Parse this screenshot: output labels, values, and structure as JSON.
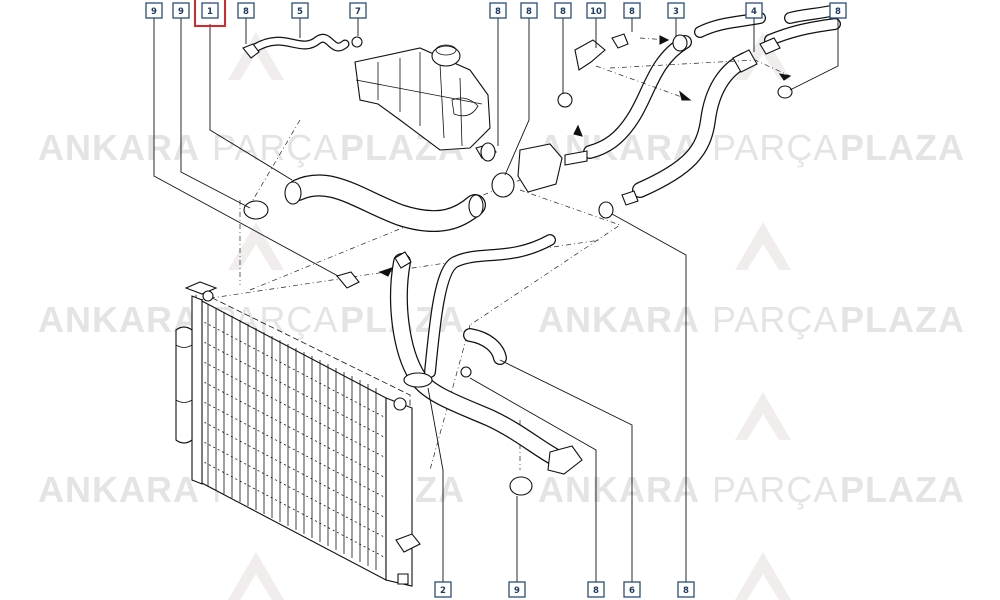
{
  "watermark": {
    "brand_a": "ANKARA",
    "brand_b": "PARÇA",
    "brand_c": "PLAZA"
  },
  "callouts": [
    {
      "id": "c9a",
      "label": "9",
      "highlighted": false
    },
    {
      "id": "c9b",
      "label": "9",
      "highlighted": false
    },
    {
      "id": "c1",
      "label": "1",
      "highlighted": true
    },
    {
      "id": "c8a",
      "label": "8",
      "highlighted": false
    },
    {
      "id": "c5",
      "label": "5",
      "highlighted": false
    },
    {
      "id": "c7",
      "label": "7",
      "highlighted": false
    },
    {
      "id": "c8b",
      "label": "8",
      "highlighted": false
    },
    {
      "id": "c8c",
      "label": "8",
      "highlighted": false
    },
    {
      "id": "c8d",
      "label": "8",
      "highlighted": false
    },
    {
      "id": "c10",
      "label": "10",
      "highlighted": false
    },
    {
      "id": "c8e",
      "label": "8",
      "highlighted": false
    },
    {
      "id": "c3",
      "label": "3",
      "highlighted": false
    },
    {
      "id": "c4",
      "label": "4",
      "highlighted": false
    },
    {
      "id": "c8f",
      "label": "8",
      "highlighted": false
    },
    {
      "id": "c2",
      "label": "2",
      "highlighted": false
    },
    {
      "id": "c9c",
      "label": "9",
      "highlighted": false
    },
    {
      "id": "c8g",
      "label": "8",
      "highlighted": false
    },
    {
      "id": "c6",
      "label": "6",
      "highlighted": false
    },
    {
      "id": "c8h",
      "label": "8",
      "highlighted": false
    }
  ],
  "colors": {
    "callout_border": "#2a4f7c",
    "callout_text": "#1d3b63",
    "highlight": "#d8262b",
    "watermark": "#e4e4e4"
  }
}
